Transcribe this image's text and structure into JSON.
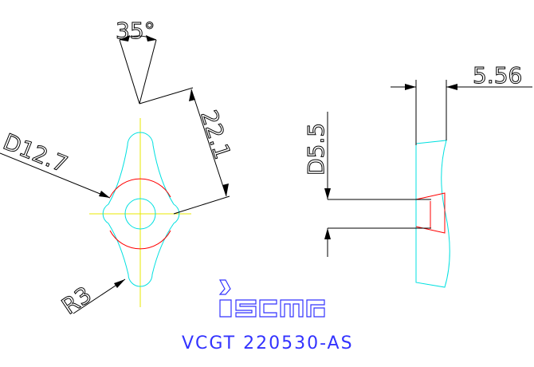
{
  "dimensions": {
    "angle": "35°",
    "length": "22.1",
    "inscribed_circle": "D12.7",
    "corner_radius": "R3",
    "hole_diameter": "D5.5",
    "thickness": "5.56"
  },
  "logo": {
    "brand": "iscar"
  },
  "part_number": "VCGT 220530-AS",
  "colors": {
    "outline": "#00e0e0",
    "center_line": "#e8e800",
    "hole_arc": "#ff0000",
    "dimension": "#000000",
    "part_text": "#3333ff"
  }
}
